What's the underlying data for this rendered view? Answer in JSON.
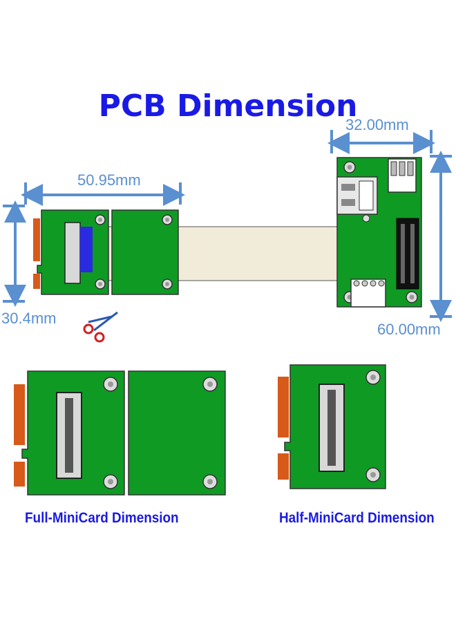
{
  "title": "PCB Dimension",
  "dimensions": {
    "width_short": "50.95mm",
    "height_short": "30.4mm",
    "width_adapter": "32.00mm",
    "height_adapter": "60.00mm"
  },
  "captions": {
    "full": "Full-MiniCard Dimension",
    "half": "Half-MiniCard Dimension"
  },
  "colors": {
    "title": "#1a1ae6",
    "pcb_green": "#0f9a24",
    "dimension_lines": "#5a8fd0",
    "ribbon_cable": "#f1ecd9",
    "connector_blue": "#2a2ae0",
    "gold_fingers": "#d75a1a"
  },
  "icons": {
    "scissors": "scissors-icon"
  }
}
